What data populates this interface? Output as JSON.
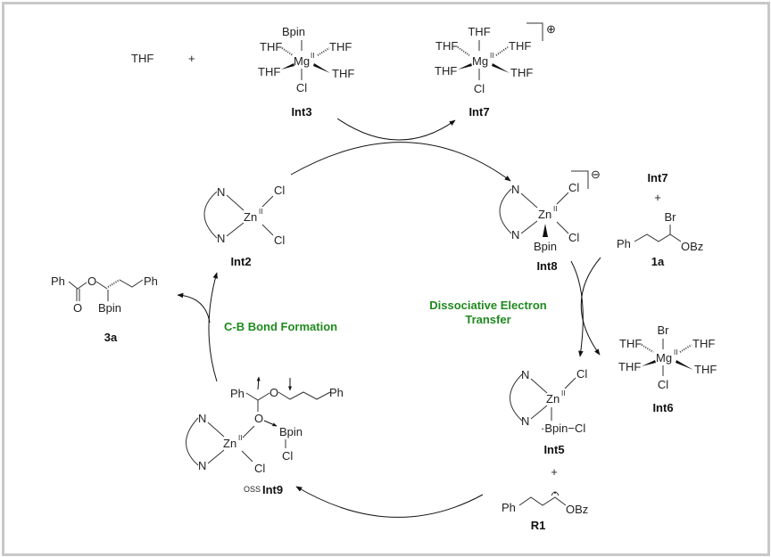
{
  "scheme": {
    "top_reactants": {
      "solvent": "THF",
      "plus": "+"
    },
    "int3": {
      "label": "Int3",
      "metal": "Mg",
      "oxidation": "II",
      "axial_top": "Bpin",
      "axial_bottom": "Cl",
      "ligands": [
        "THF",
        "THF",
        "THF",
        "THF"
      ]
    },
    "int7_top": {
      "label": "Int7",
      "metal": "Mg",
      "oxidation": "II",
      "axial_top": "THF",
      "axial_bottom": "Cl",
      "ligands": [
        "THF",
        "THF",
        "THF",
        "THF"
      ],
      "charge": "⊕"
    },
    "int2": {
      "label": "Int2",
      "n1": "N",
      "n2": "N",
      "metal": "Zn",
      "oxidation": "II",
      "x1": "Cl",
      "x2": "Cl"
    },
    "int8": {
      "label": "Int8",
      "n1": "N",
      "n2": "N",
      "metal": "Zn",
      "oxidation": "II",
      "x1": "Cl",
      "x2": "Cl",
      "boryl": "Bpin",
      "charge": "⊖"
    },
    "right_reactants": {
      "int7_ref": "Int7",
      "plus": "+",
      "substrate_label": "1a",
      "ph": "Ph",
      "br": "Br",
      "obz": "OBz"
    },
    "product_3a": {
      "label": "3a",
      "ph1": "Ph",
      "o_ester": "O",
      "o_carbonyl": "O",
      "bpin": "Bpin",
      "ph2": "Ph"
    },
    "int6": {
      "label": "Int6",
      "metal": "Mg",
      "oxidation": "II",
      "axial_top": "Br",
      "axial_bottom": "Cl",
      "ligands": [
        "THF",
        "THF",
        "THF",
        "THF"
      ]
    },
    "int5": {
      "label": "Int5",
      "n1": "N",
      "n2": "N",
      "metal": "Zn",
      "oxidation": "II",
      "x1": "Cl",
      "boryl": "·Bpin−Cl",
      "plus": "+"
    },
    "r1": {
      "label": "R1",
      "ph": "Ph",
      "obz": "OBz"
    },
    "int9": {
      "label": "Int9",
      "prefix": "OSS",
      "n1": "N",
      "n2": "N",
      "metal": "Zn",
      "oxidation": "II",
      "ph1": "Ph",
      "o1": "O",
      "o2": "O",
      "ph2": "Ph",
      "bpin": "Bpin",
      "cl_b": "Cl",
      "cl_zn": "Cl"
    },
    "step_labels": {
      "cb_formation": "C-B Bond Formation",
      "det_line1": "Dissociative Electron",
      "det_line2": "Transfer"
    },
    "colors": {
      "step_label": "#1f8a1f",
      "frame": "#c8c8c8"
    }
  }
}
